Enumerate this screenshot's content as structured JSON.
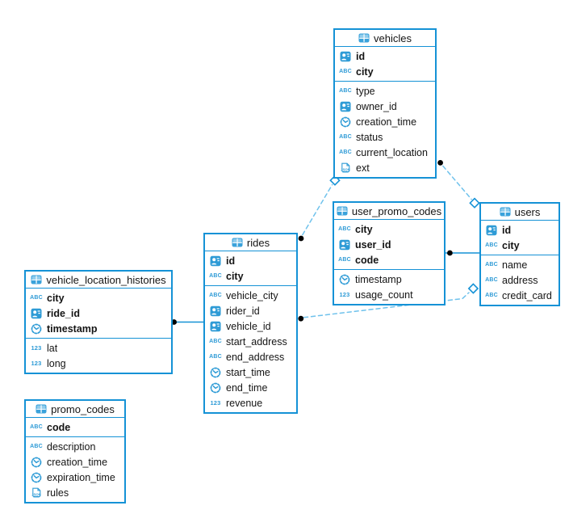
{
  "diagram": {
    "background": "#ffffff",
    "accent_color": "#1592d6",
    "icon_color": "#2e9bd6",
    "dash_line_color": "#6fc2ec",
    "connector_dot_color": "#000000",
    "icon_glyphs": {
      "text": "ABC",
      "number": "123",
      "json": "JSON"
    },
    "tables": [
      {
        "name": "vehicles",
        "key_columns": [
          {
            "name": "id",
            "type": "id"
          },
          {
            "name": "city",
            "type": "text"
          }
        ],
        "columns": [
          {
            "name": "type",
            "type": "text"
          },
          {
            "name": "owner_id",
            "type": "id"
          },
          {
            "name": "creation_time",
            "type": "time"
          },
          {
            "name": "status",
            "type": "text"
          },
          {
            "name": "current_location",
            "type": "text"
          },
          {
            "name": "ext",
            "type": "json"
          }
        ]
      },
      {
        "name": "user_promo_codes",
        "key_columns": [
          {
            "name": "city",
            "type": "text"
          },
          {
            "name": "user_id",
            "type": "id"
          },
          {
            "name": "code",
            "type": "text"
          }
        ],
        "columns": [
          {
            "name": "timestamp",
            "type": "time"
          },
          {
            "name": "usage_count",
            "type": "number"
          }
        ]
      },
      {
        "name": "users",
        "key_columns": [
          {
            "name": "id",
            "type": "id"
          },
          {
            "name": "city",
            "type": "text"
          }
        ],
        "columns": [
          {
            "name": "name",
            "type": "text"
          },
          {
            "name": "address",
            "type": "text"
          },
          {
            "name": "credit_card",
            "type": "text"
          }
        ]
      },
      {
        "name": "rides",
        "key_columns": [
          {
            "name": "id",
            "type": "id"
          },
          {
            "name": "city",
            "type": "text"
          }
        ],
        "columns": [
          {
            "name": "vehicle_city",
            "type": "text"
          },
          {
            "name": "rider_id",
            "type": "id"
          },
          {
            "name": "vehicle_id",
            "type": "id"
          },
          {
            "name": "start_address",
            "type": "text"
          },
          {
            "name": "end_address",
            "type": "text"
          },
          {
            "name": "start_time",
            "type": "time"
          },
          {
            "name": "end_time",
            "type": "time"
          },
          {
            "name": "revenue",
            "type": "number"
          }
        ]
      },
      {
        "name": "vehicle_location_histories",
        "key_columns": [
          {
            "name": "city",
            "type": "text"
          },
          {
            "name": "ride_id",
            "type": "id"
          },
          {
            "name": "timestamp",
            "type": "time"
          }
        ],
        "columns": [
          {
            "name": "lat",
            "type": "number"
          },
          {
            "name": "long",
            "type": "number"
          }
        ]
      },
      {
        "name": "promo_codes",
        "key_columns": [
          {
            "name": "code",
            "type": "text"
          }
        ],
        "columns": [
          {
            "name": "description",
            "type": "text"
          },
          {
            "name": "creation_time",
            "type": "time"
          },
          {
            "name": "expiration_time",
            "type": "time"
          },
          {
            "name": "rules",
            "type": "json"
          }
        ]
      }
    ],
    "relations": [
      {
        "from_table": "rides",
        "to_table": "vehicles",
        "from_marker": "dot",
        "to_marker": "diamond",
        "line": "dashed"
      },
      {
        "from_table": "users",
        "to_table": "vehicles",
        "from_marker": "diamond",
        "to_marker": "dot",
        "line": "dashed"
      },
      {
        "from_table": "user_promo_codes",
        "to_table": "users",
        "from_marker": "dot",
        "to_marker": "none",
        "line": "solid"
      },
      {
        "from_table": "rides",
        "to_table": "users",
        "from_marker": "dot",
        "to_marker": "diamond",
        "line": "dashed"
      },
      {
        "from_table": "vehicle_location_histories",
        "to_table": "rides",
        "from_marker": "dot",
        "to_marker": "none",
        "line": "solid"
      }
    ]
  }
}
